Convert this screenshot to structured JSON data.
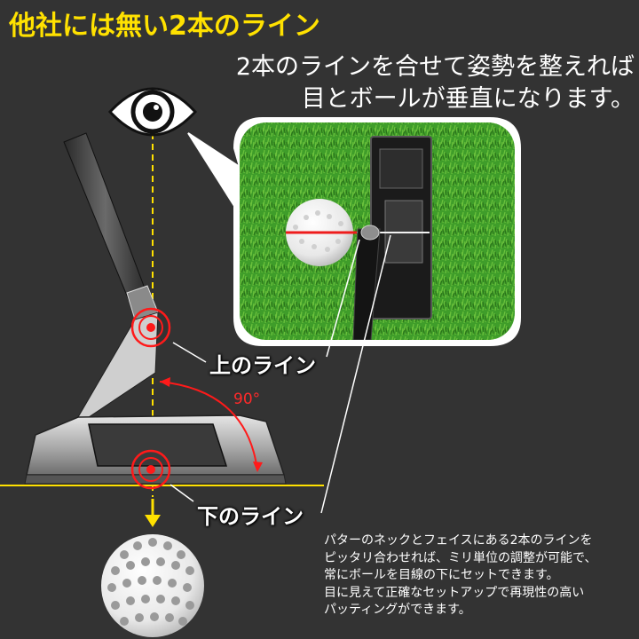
{
  "headline": "他社には無い2本のライン",
  "lead": {
    "line1": "2本のラインを合せて姿勢を整えれば",
    "line2": "目とボールが垂直になります。"
  },
  "labels": {
    "upper_line": "上のライン",
    "lower_line": "下のライン",
    "angle": "90°"
  },
  "description": {
    "line1": "パターのネックとフェイスにある2本のラインを",
    "line2": "ピッタリ合わせれば、ミリ単位の調整が可能で、",
    "line3": "常にボールを目線の下にセットできます。",
    "line4": "目に見えて正確なセットアップで再現性の高い",
    "line5": "パッティングができます。"
  },
  "colors": {
    "background": "#333333",
    "headline": "#ffe100",
    "guide_line": "#ffe100",
    "marker": "#ff1a1a",
    "grass": "#3f9d2a"
  },
  "icons": [
    "eye-icon",
    "golf-ball-icon",
    "down-arrow-icon",
    "target-marker-icon"
  ]
}
